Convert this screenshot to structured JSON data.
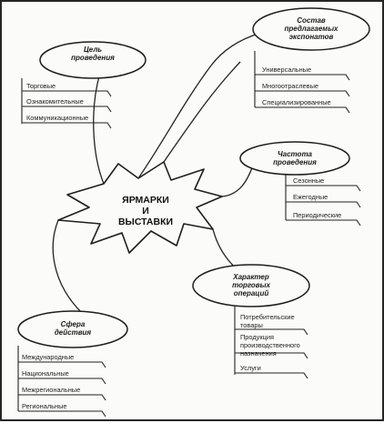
{
  "center": {
    "line1": "ЯРМАРКИ",
    "line2": "И",
    "line3": "ВЫСТАВКИ"
  },
  "nodes": {
    "goal": {
      "title1": "Цель",
      "title2": "проведения",
      "items": [
        "Торговые",
        "Ознакомительные",
        "Коммуникационные"
      ]
    },
    "exhibits": {
      "title1": "Состав",
      "title2": "предлагаемых",
      "title3": "экспонатов",
      "items": [
        "Универсальные",
        "Многоотраслевые",
        "Специализированные"
      ]
    },
    "frequency": {
      "title1": "Частота",
      "title2": "проведения",
      "items": [
        "Сезонные",
        "Ежегодные",
        "Периодические"
      ]
    },
    "goods": {
      "title1": "Характер",
      "title2": "торговых",
      "title3": "операций",
      "items": [
        "Потребительские товары",
        "Продукция производственного назначения",
        "Услуги"
      ],
      "item1_line1": "Потребительские",
      "item1_line2": "товары",
      "item2_line1": "Продукция",
      "item2_line2": "производственного",
      "item2_line3": "назначения"
    },
    "sphere": {
      "title1": "Сфера",
      "title2": "действия",
      "items": [
        "Международные",
        "Национальные",
        "Межрегиональные",
        "Региональные"
      ]
    }
  }
}
